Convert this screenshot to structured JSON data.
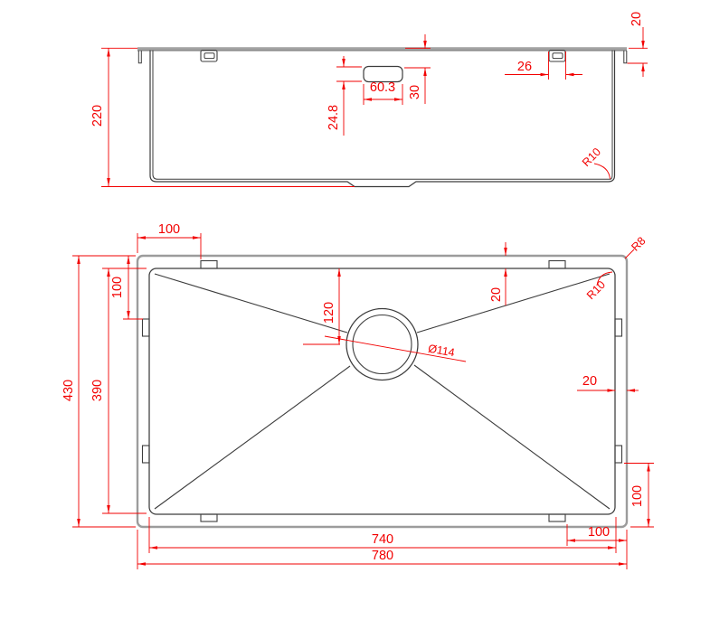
{
  "drawing": {
    "description": "Two-view technical drawing of an undermount sink bowl with mounting clips and drain",
    "colors": {
      "dimension_red": "#f20000",
      "outline_dark": "#3c3c3c",
      "rim_gray": "#9c9c9c",
      "background": "#ffffff"
    },
    "side_view": {
      "overall_height": "220",
      "edge_lip_height": "20",
      "clip_width": "26",
      "hole_offset_from_rim": "30",
      "hole_width": "60.3",
      "hole_height": "24.8",
      "bottom_corner_radius": "R10"
    },
    "plan_view": {
      "clip_offset_from_left": "100",
      "clip_offset_from_top": "100",
      "overall_width": "430",
      "bowl_width": "390",
      "drain_offset_from_top": "120",
      "rim_border_top": "20",
      "rim_border_right": "20",
      "outer_corner_radius": "R8",
      "bowl_corner_radius": "R10",
      "drain_diameter": "Ø114",
      "clip_to_bottom_edge": "100",
      "clip_to_right_edge": "100",
      "bowl_length": "740",
      "overall_length": "780"
    }
  }
}
